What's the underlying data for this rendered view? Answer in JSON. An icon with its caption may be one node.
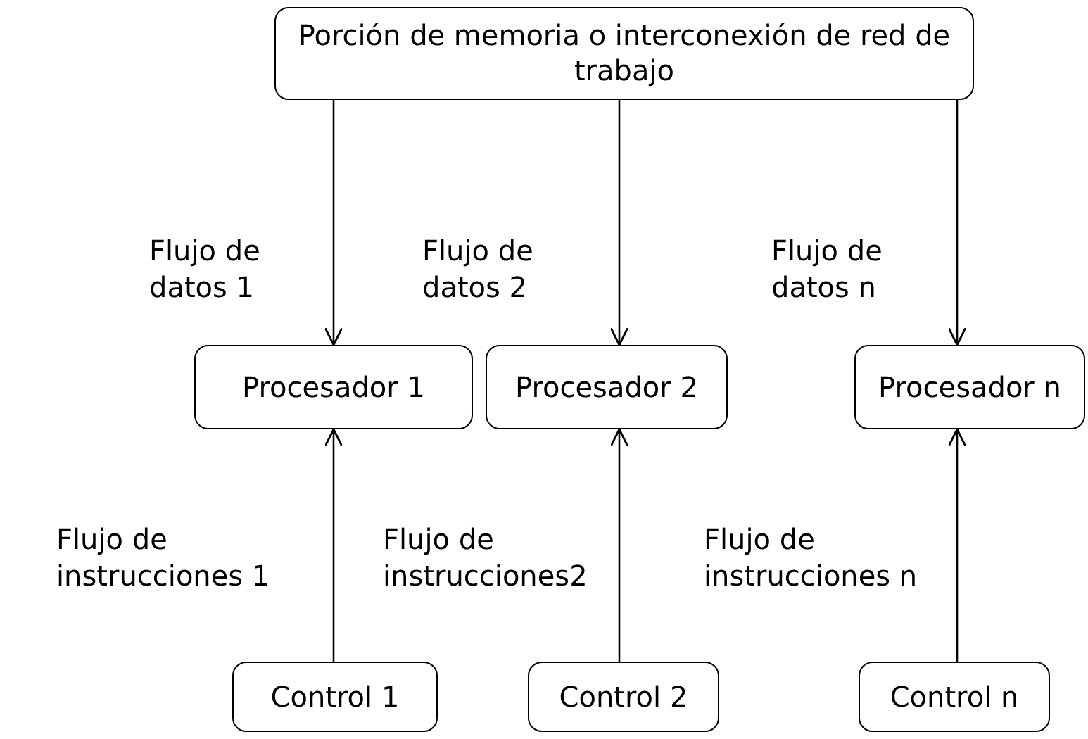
{
  "diagram": {
    "nodes": [
      {
        "text": [
          "Porción de memoria o interconexión de red de trabajo"
        ]
      },
      {
        "text": [
          "Procesador 1"
        ]
      },
      {
        "text": [
          "Procesador 2"
        ]
      },
      {
        "text": [
          "Procesador n"
        ]
      },
      {
        "text": [
          "Control 1"
        ]
      },
      {
        "text": [
          "Control 2"
        ]
      },
      {
        "text": [
          "Control n"
        ]
      }
    ],
    "edges": [
      {
        "from": 0,
        "to": 1,
        "arrow": "to",
        "label": "Flujo de datos 1"
      },
      {
        "from": 0,
        "to": 2,
        "arrow": "to",
        "label": "Flujo de datos 2"
      },
      {
        "from": 0,
        "to": 3,
        "arrow": "to",
        "label": "Flujo de datos n"
      },
      {
        "from": 4,
        "to": 1,
        "arrow": "to",
        "label": "Flujo de instrucciones 1"
      },
      {
        "from": 5,
        "to": 2,
        "arrow": "to",
        "label": "Flujo de instrucciones2"
      },
      {
        "from": 6,
        "to": 3,
        "arrow": "to",
        "label": "Flujo de instrucciones n"
      }
    ]
  }
}
